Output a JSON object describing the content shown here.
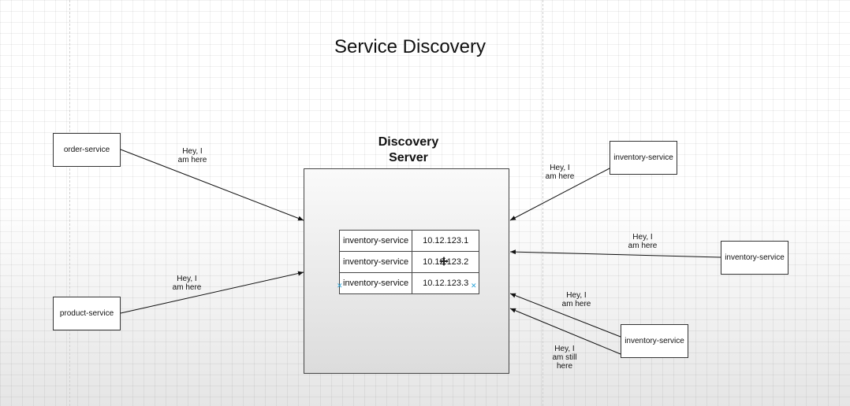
{
  "diagram": {
    "title": "Service Discovery",
    "server": {
      "title_line1": "Discovery",
      "title_line2": "Server",
      "registry": [
        {
          "name": "inventory-service",
          "ip": "10.12.123.1"
        },
        {
          "name": "inventory-service",
          "ip": "10.12.123.2"
        },
        {
          "name": "inventory-service",
          "ip": "10.12.123.3"
        }
      ]
    },
    "nodes": {
      "order": "order-service",
      "product": "product-service",
      "inventory_1": "inventory-service",
      "inventory_2": "inventory-service",
      "inventory_3": "inventory-service"
    },
    "edge_labels": {
      "order": [
        "Hey, I",
        "am here"
      ],
      "product": [
        "Hey, I",
        "am here"
      ],
      "inventory_1": [
        "Hey, I",
        "am here"
      ],
      "inventory_2": [
        "Hey, I",
        "am here"
      ],
      "inventory_3a": [
        "Hey, I",
        "am here"
      ],
      "inventory_3b": [
        "Hey, I",
        "am still",
        "here"
      ]
    }
  },
  "colors": {
    "line": "#111111",
    "selection_handle": "#29a3d8"
  },
  "icons": {
    "cursor": "move-cursor-icon"
  }
}
